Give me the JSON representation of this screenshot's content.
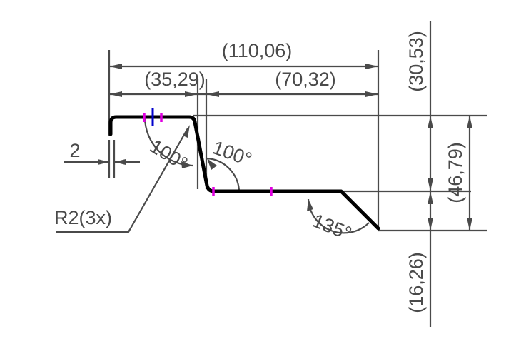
{
  "drawing": {
    "dimensions": {
      "overall_width": "(110,06)",
      "left_width": "(35,29)",
      "right_width": "(70,32)",
      "top_height": "(30,53)",
      "middle_height": "(46,79)",
      "bottom_height": "(16,26)",
      "thickness": "2",
      "radius": "R2(3x)"
    },
    "angles": {
      "first": "100°",
      "second": "100°",
      "third": "135°"
    },
    "colors": {
      "dimension": "#4a4a4a",
      "profile": "#000000",
      "marker_magenta": "#e000e0",
      "marker_blue": "#0000cc"
    }
  }
}
